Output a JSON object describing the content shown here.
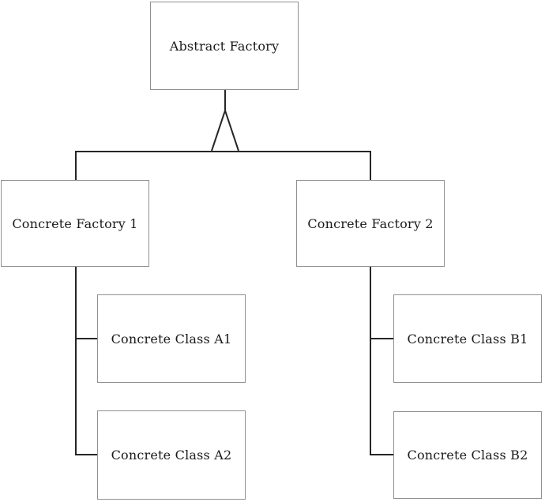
{
  "nodes": {
    "abstract_factory": {
      "label": "Abstract Factory"
    },
    "concrete_factory_1": {
      "label": "Concrete Factory 1"
    },
    "concrete_factory_2": {
      "label": "Concrete Factory 2"
    },
    "concrete_class_a1": {
      "label": "Concrete Class A1"
    },
    "concrete_class_a2": {
      "label": "Concrete Class A2"
    },
    "concrete_class_b1": {
      "label": "Concrete Class B1"
    },
    "concrete_class_b2": {
      "label": "Concrete Class B2"
    }
  },
  "edges": [
    {
      "from": "concrete_factory_1",
      "to": "abstract_factory",
      "type": "generalization"
    },
    {
      "from": "concrete_factory_2",
      "to": "abstract_factory",
      "type": "generalization"
    },
    {
      "from": "concrete_factory_1",
      "to": "concrete_class_a1",
      "type": "link"
    },
    {
      "from": "concrete_factory_1",
      "to": "concrete_class_a2",
      "type": "link"
    },
    {
      "from": "concrete_factory_2",
      "to": "concrete_class_b1",
      "type": "link"
    },
    {
      "from": "concrete_factory_2",
      "to": "concrete_class_b2",
      "type": "link"
    }
  ],
  "colors": {
    "background": "#ffffff",
    "box_border": "#909090",
    "connector": "#262626",
    "text": "#1a1a1a"
  }
}
